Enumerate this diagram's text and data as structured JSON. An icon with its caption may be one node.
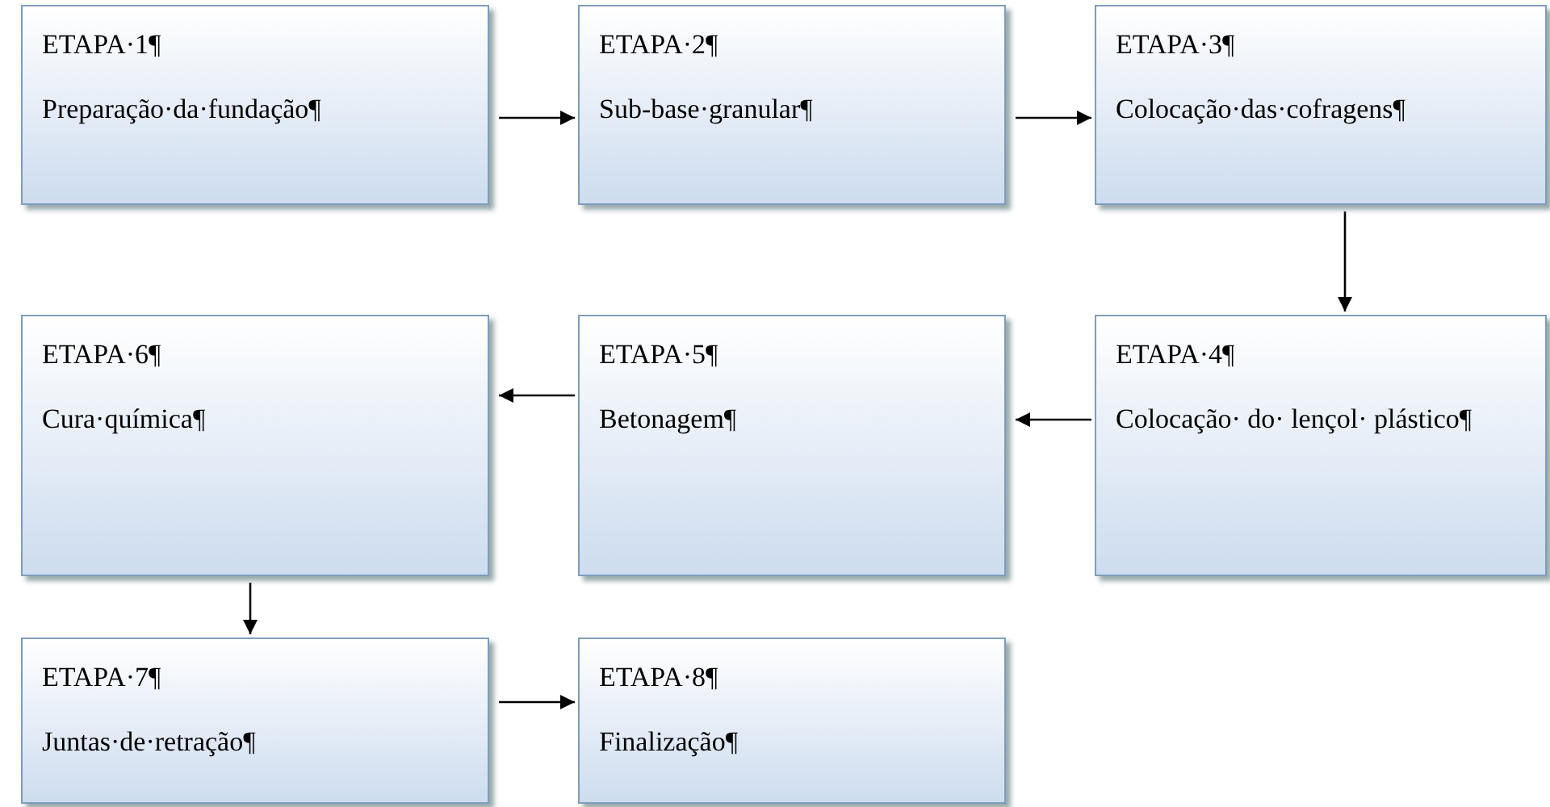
{
  "diagram": {
    "nodes": [
      {
        "text": [
          "ETAPA·1¶",
          "Preparação·da·fundação¶"
        ]
      },
      {
        "text": [
          "ETAPA·2¶",
          "Sub-base·granular¶"
        ]
      },
      {
        "text": [
          "ETAPA·3¶",
          "Colocação·das·cofragens¶"
        ]
      },
      {
        "text": [
          "ETAPA·4¶",
          "Colocação· do· lençol· plástico¶"
        ]
      },
      {
        "text": [
          "ETAPA·5¶",
          "Betonagem¶"
        ]
      },
      {
        "text": [
          "ETAPA·6¶",
          "Cura·química¶"
        ]
      },
      {
        "text": [
          "ETAPA·7¶",
          "Juntas·de·retração¶"
        ]
      },
      {
        "text": [
          "ETAPA·8¶",
          "Finalização¶"
        ]
      }
    ],
    "edges": [
      {
        "from": 0,
        "to": 1,
        "arrow": "to"
      },
      {
        "from": 1,
        "to": 2,
        "arrow": "to"
      },
      {
        "from": 2,
        "to": 3,
        "arrow": "to"
      },
      {
        "from": 3,
        "to": 4,
        "arrow": "to"
      },
      {
        "from": 4,
        "to": 5,
        "arrow": "to"
      },
      {
        "from": 5,
        "to": 6,
        "arrow": "to"
      },
      {
        "from": 6,
        "to": 7,
        "arrow": "to"
      }
    ]
  }
}
